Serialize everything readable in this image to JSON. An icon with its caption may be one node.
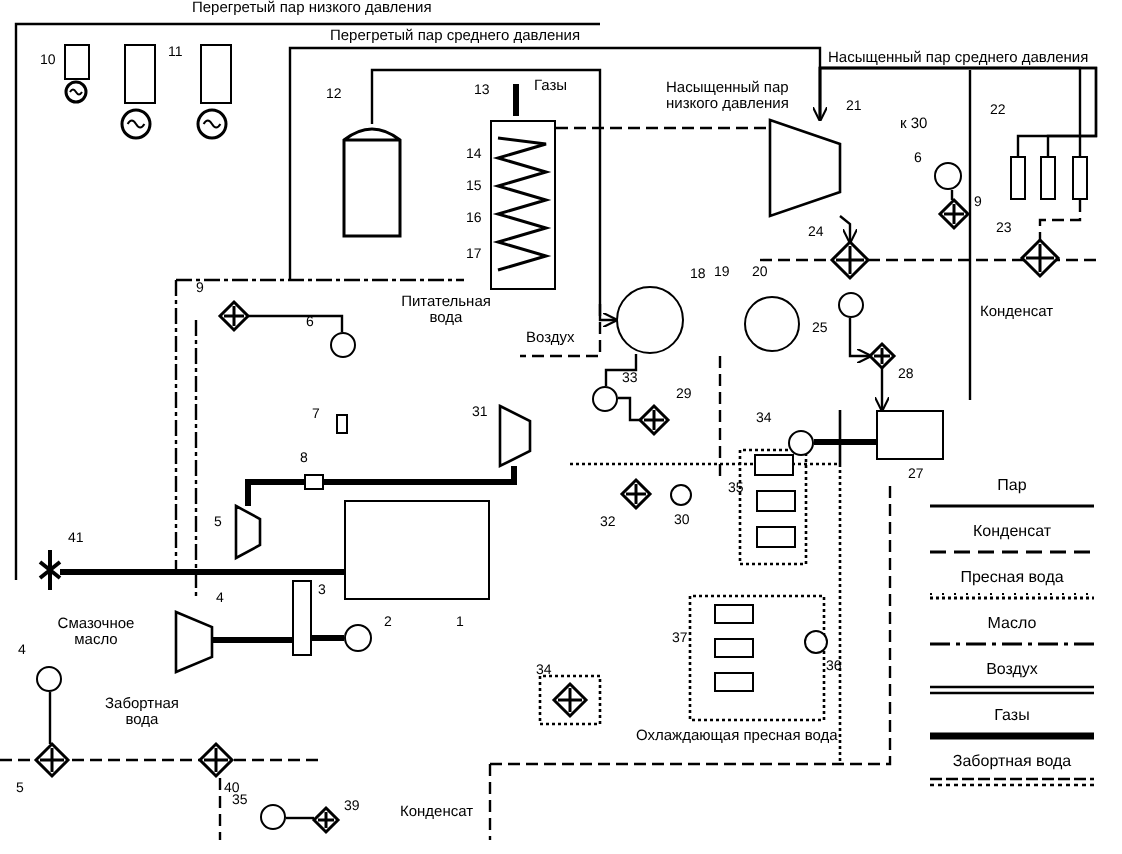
{
  "diagram": {
    "nodes": [
      {
        "text": [],
        "shape": "box",
        "beside": [
          "10"
        ]
      },
      {
        "text": [],
        "shape": "box",
        "beside": [
          "11"
        ]
      },
      {
        "text": [],
        "shape": "box"
      },
      {
        "text": [],
        "shape": "cylinder",
        "beside": [
          "12"
        ]
      },
      {
        "text": [],
        "shape": "box",
        "beside": [
          "13",
          "14",
          "15",
          "16",
          "17"
        ]
      },
      {
        "text": [],
        "shape": "circle",
        "beside": [
          "18"
        ]
      },
      {
        "text": [],
        "shape": "circle",
        "beside": [
          "19",
          "20"
        ]
      },
      {
        "text": [],
        "shape": "trapezoid",
        "beside": [
          "21"
        ]
      },
      {
        "text": [],
        "shape": "box",
        "beside": [
          "22"
        ]
      },
      {
        "text": [],
        "shape": "box"
      },
      {
        "text": [],
        "shape": "box"
      },
      {
        "text": [],
        "shape": "diamond",
        "beside": [
          "23"
        ]
      },
      {
        "text": [],
        "shape": "diamond",
        "beside": [
          "24"
        ]
      },
      {
        "text": [],
        "shape": "circle",
        "beside": [
          "6"
        ]
      },
      {
        "text": [],
        "shape": "diamond",
        "beside": [
          "9"
        ]
      },
      {
        "text": [],
        "shape": "circle",
        "beside": [
          "25"
        ]
      },
      {
        "text": [],
        "shape": "diamond",
        "beside": [
          "28"
        ]
      },
      {
        "text": [],
        "shape": "box",
        "beside": [
          "27"
        ]
      },
      {
        "text": [],
        "shape": "circle",
        "beside": [
          "34"
        ]
      },
      {
        "text": [],
        "shape": "circle",
        "beside": [
          "33"
        ]
      },
      {
        "text": [],
        "shape": "diamond",
        "beside": [
          "29"
        ]
      },
      {
        "text": [],
        "shape": "diamond",
        "beside": [
          "9"
        ]
      },
      {
        "text": [],
        "shape": "circle",
        "beside": [
          "6"
        ]
      },
      {
        "text": [],
        "shape": "box",
        "beside": [
          "7"
        ]
      },
      {
        "text": [],
        "shape": "box",
        "beside": [
          "8"
        ]
      },
      {
        "text": [],
        "shape": "trapezoid",
        "beside": [
          "5"
        ]
      },
      {
        "text": [],
        "shape": "trapezoid",
        "beside": [
          "31"
        ]
      },
      {
        "text": [],
        "shape": "box",
        "beside": [
          "1"
        ]
      },
      {
        "text": [],
        "shape": "diamond",
        "beside": [
          "32"
        ]
      },
      {
        "text": [],
        "shape": "circle",
        "beside": [
          "30"
        ]
      },
      {
        "text": [],
        "shape": "box",
        "beside": [
          "35"
        ]
      },
      {
        "text": [],
        "shape": "box"
      },
      {
        "text": [],
        "shape": "box"
      },
      {
        "text": [],
        "shape": "box",
        "beside": [
          "37"
        ]
      },
      {
        "text": [],
        "shape": "box"
      },
      {
        "text": [],
        "shape": "box"
      },
      {
        "text": [],
        "shape": "circle",
        "beside": [
          "36"
        ]
      },
      {
        "text": [],
        "shape": "diamond",
        "beside": [
          "34"
        ]
      },
      {
        "text": [],
        "shape": "circle",
        "beside": [
          "2"
        ]
      },
      {
        "text": [],
        "shape": "box",
        "beside": [
          "3"
        ]
      },
      {
        "text": [],
        "shape": "trapezoid",
        "beside": [
          "4"
        ]
      },
      {
        "text": [],
        "shape": "fan",
        "beside": [
          "41"
        ]
      },
      {
        "text": [],
        "shape": "circle",
        "beside": [
          "4"
        ]
      },
      {
        "text": [],
        "shape": "diamond",
        "beside": [
          "5"
        ]
      },
      {
        "text": [],
        "shape": "diamond",
        "beside": [
          "40"
        ]
      },
      {
        "text": [],
        "shape": "circle",
        "beside": [
          "35"
        ]
      },
      {
        "text": [],
        "shape": "diamond",
        "beside": [
          "39"
        ]
      }
    ],
    "edges": [
      {
        "from": 22,
        "to": 21,
        "arrow": "none"
      },
      {
        "from": 15,
        "to": 16,
        "arrow": "to"
      },
      {
        "from": 16,
        "to": 17,
        "arrow": "to"
      },
      {
        "from": 18,
        "to": 17,
        "arrow": "none",
        "style": "thick"
      },
      {
        "from": 19,
        "to": 20,
        "arrow": "none"
      },
      {
        "from": 5,
        "to": 19,
        "arrow": "none"
      },
      {
        "from": 13,
        "to": 14,
        "arrow": "none"
      },
      {
        "from": 7,
        "to": 12,
        "arrow": "to"
      },
      {
        "from": 39,
        "to": 38,
        "arrow": "none",
        "style": "thick"
      },
      {
        "from": 42,
        "to": 43,
        "arrow": "none"
      },
      {
        "from": 45,
        "to": 46,
        "arrow": "none"
      },
      {
        "from": 25,
        "to": 26,
        "arrow": "none",
        "style": "thick"
      },
      {
        "from": 10,
        "to": 11,
        "arrow": "none",
        "style": "dashed"
      },
      {
        "from": 3,
        "to": 5,
        "arrow": "to"
      },
      {
        "from": 41,
        "to": 27,
        "arrow": "none",
        "style": "thick"
      },
      {
        "from": 4,
        "to": 7,
        "arrow": "none",
        "style": "dashed"
      },
      {
        "from": 40,
        "to": 39,
        "arrow": "none",
        "style": "thick"
      },
      {
        "from": null,
        "to": 7,
        "arrow": "to"
      },
      {
        "from": 7,
        "to": 8,
        "arrow": "none"
      },
      {
        "from": 7,
        "to": 9,
        "arrow": "none"
      },
      {
        "from": 7,
        "to": 10,
        "arrow": "none"
      }
    ],
    "labels": [
      "Перегретый пар низкого давления",
      "Перегретый пар среднего давления",
      "Газы",
      "Насыщенный пар среднего давления",
      "Насыщенный пар низкого давления",
      "к 30",
      "Питательная вода",
      "Конденсат",
      "Воздух",
      "Смазочное масло",
      "Забортная вода",
      "Охлаждающая пресная вода",
      "Конденсат"
    ],
    "legend": [
      {
        "text": "Пар"
      },
      {
        "text": "Конденсат"
      },
      {
        "text": "Пресная вода"
      },
      {
        "text": "Масло"
      },
      {
        "text": "Воздух"
      },
      {
        "text": "Газы"
      },
      {
        "text": "Забортная вода"
      }
    ]
  }
}
